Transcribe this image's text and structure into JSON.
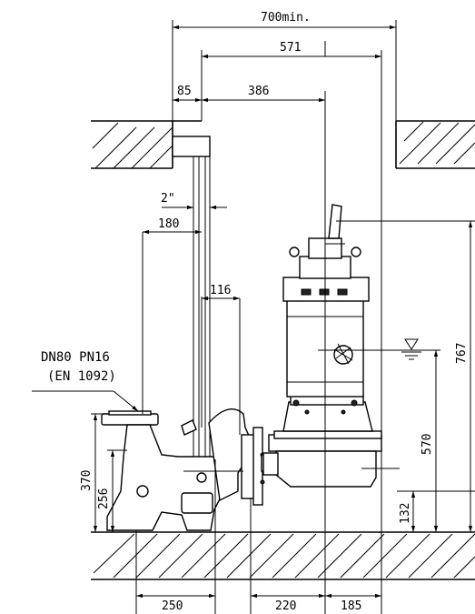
{
  "dimensions": {
    "min_width": "700min.",
    "width_571": "571",
    "offset_85": "85",
    "offset_386": "386",
    "pipe_size": "2\"",
    "offset_180": "180",
    "offset_116": "116",
    "height_767": "767",
    "height_570": "570",
    "height_132": "132",
    "height_370": "370",
    "height_256": "256",
    "bottom_250": "250",
    "bottom_220": "220",
    "bottom_185": "185"
  },
  "flange": {
    "line1": "DN80 PN16",
    "line2": "(EN 1092)"
  }
}
